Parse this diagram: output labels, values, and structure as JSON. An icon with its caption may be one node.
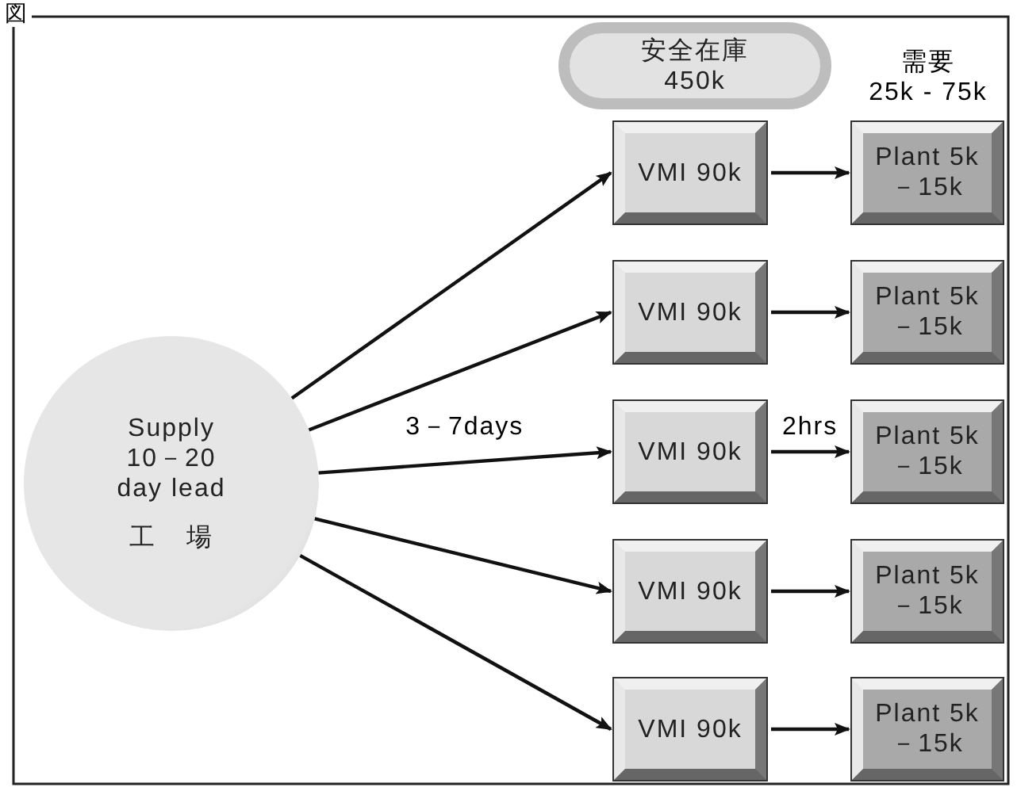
{
  "diagram": {
    "nodes": [
      {
        "text": [
          "Supply 10－20 day lead",
          "工 場"
        ]
      },
      {
        "text": [
          "安全在庫",
          "450k"
        ]
      },
      {
        "text": [
          "VMI 90k"
        ]
      },
      {
        "text": [
          "Plant 5k－15k"
        ]
      },
      {
        "text": [
          "VMI 90k"
        ]
      },
      {
        "text": [
          "Plant 5k－15k"
        ]
      },
      {
        "text": [
          "VMI 90k"
        ]
      },
      {
        "text": [
          "Plant 5k－15k"
        ]
      },
      {
        "text": [
          "VMI 90k"
        ]
      },
      {
        "text": [
          "Plant 5k－15k"
        ]
      },
      {
        "text": [
          "VMI 90k"
        ]
      },
      {
        "text": [
          "Plant 5k－15k"
        ]
      }
    ],
    "edges": [
      {
        "from": 0,
        "to": 2,
        "arrow": "to"
      },
      {
        "from": 0,
        "to": 4,
        "arrow": "to"
      },
      {
        "from": 0,
        "to": 6,
        "arrow": "to",
        "label": "3－7days"
      },
      {
        "from": 0,
        "to": 8,
        "arrow": "to"
      },
      {
        "from": 0,
        "to": 10,
        "arrow": "to"
      },
      {
        "from": 2,
        "to": 3,
        "arrow": "to"
      },
      {
        "from": 4,
        "to": 5,
        "arrow": "to"
      },
      {
        "from": 6,
        "to": 7,
        "arrow": "to",
        "label": "2hrs"
      },
      {
        "from": 8,
        "to": 9,
        "arrow": "to"
      },
      {
        "from": 10,
        "to": 11,
        "arrow": "to"
      }
    ],
    "labels": [
      "図",
      "需要",
      "25k - 75k"
    ]
  }
}
